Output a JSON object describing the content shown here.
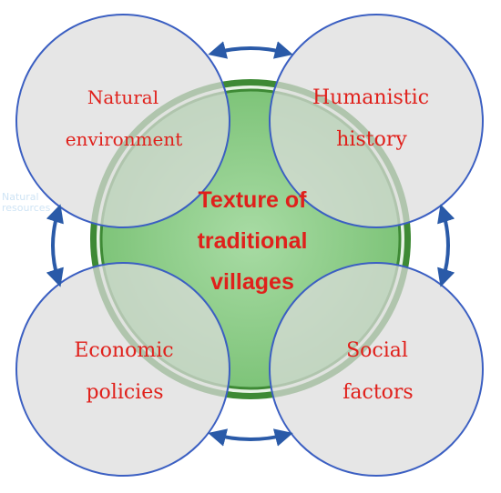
{
  "center": {
    "lines": [
      "Texture of",
      "traditional",
      "villages"
    ]
  },
  "circles": {
    "natural_environment": [
      "Natural",
      "environment"
    ],
    "humanistic_history": [
      "Humanistic",
      "history"
    ],
    "economic_policies": [
      "Economic",
      "policies"
    ],
    "social_factors": [
      "Social",
      "factors"
    ]
  },
  "ghost_text": [
    "Natural",
    "resources"
  ],
  "colors": {
    "label": "#e0201b",
    "circle_border": "#3b5fc2",
    "circle_fill": "#e3e3e3",
    "center_fill": "#8ccf88",
    "center_ring": "#3e8a35",
    "arrow": "#2a5aa8"
  }
}
